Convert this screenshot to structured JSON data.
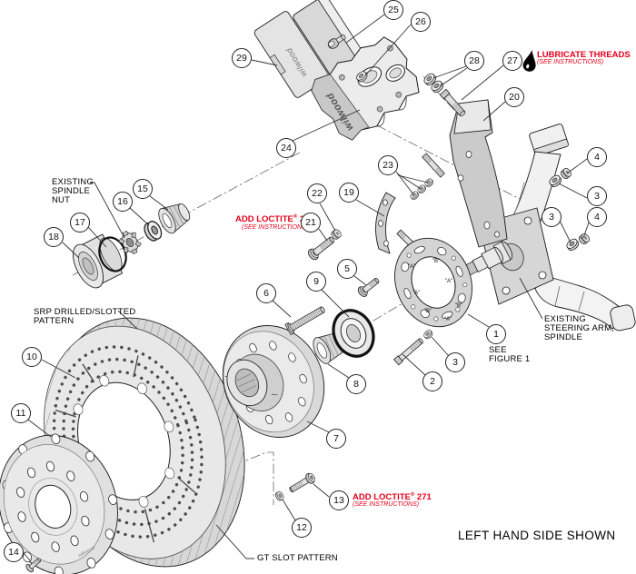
{
  "brand": {
    "name": "wilwood"
  },
  "callouts": [
    "25",
    "26",
    "29",
    "28",
    "27",
    "20",
    "24",
    "23",
    "4",
    "3",
    "3",
    "4",
    "15",
    "16",
    "17",
    "18",
    "22",
    "19",
    "21",
    "5",
    "9",
    "6",
    "10",
    "11",
    "1",
    "3",
    "2",
    "8",
    "7",
    "13",
    "12",
    "14"
  ],
  "labels": {
    "spindle_nut": "EXISTING\nSPINDLE\nNUT",
    "srp": "SRP DRILLED/SLOTTED\nPATTERN",
    "steering_arm": "EXISTING\nSTEERING ARM,\nSPINDLE",
    "see_figure": "SEE\nFIGURE 1",
    "gt_slot": "GT SLOT PATTERN",
    "left_hand": "LEFT HAND SIDE SHOWN"
  },
  "notes": {
    "lubricate": {
      "title": "LUBRICATE THREADS",
      "subtitle": "(SEE INSTRUCTIONS)"
    },
    "loctite": {
      "title": "ADD LOCTITE",
      "reg": "®",
      "num": " 271",
      "subtitle": "(SEE INSTRUCTIONS)"
    }
  },
  "plate_labels": [
    "\"A\"",
    "\"B\"",
    "\"A\"",
    "\"A\"",
    "\"B\"",
    "\"B\"",
    "\"A\""
  ],
  "colors": {
    "annotation_red": "#e3001b",
    "line_black": "#1a1a1a",
    "part_gray": "#d8d8d8",
    "background": "#ffffff"
  }
}
